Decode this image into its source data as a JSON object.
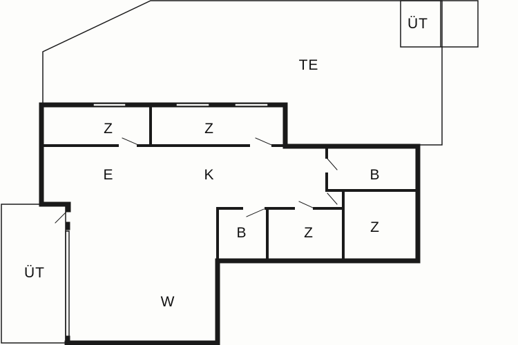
{
  "colors": {
    "wall": "#1a1a1a",
    "background": "#fdfdfb"
  },
  "rooms": {
    "terrace": "TE",
    "terrace_storage": "ÜT",
    "room_z1": "Z",
    "room_z2": "Z",
    "entrance": "E",
    "kitchen": "K",
    "bath_upper": "B",
    "room_z3": "Z",
    "bath_lower": "B",
    "room_z4": "Z",
    "balcony": "ÜT",
    "living": "W"
  }
}
